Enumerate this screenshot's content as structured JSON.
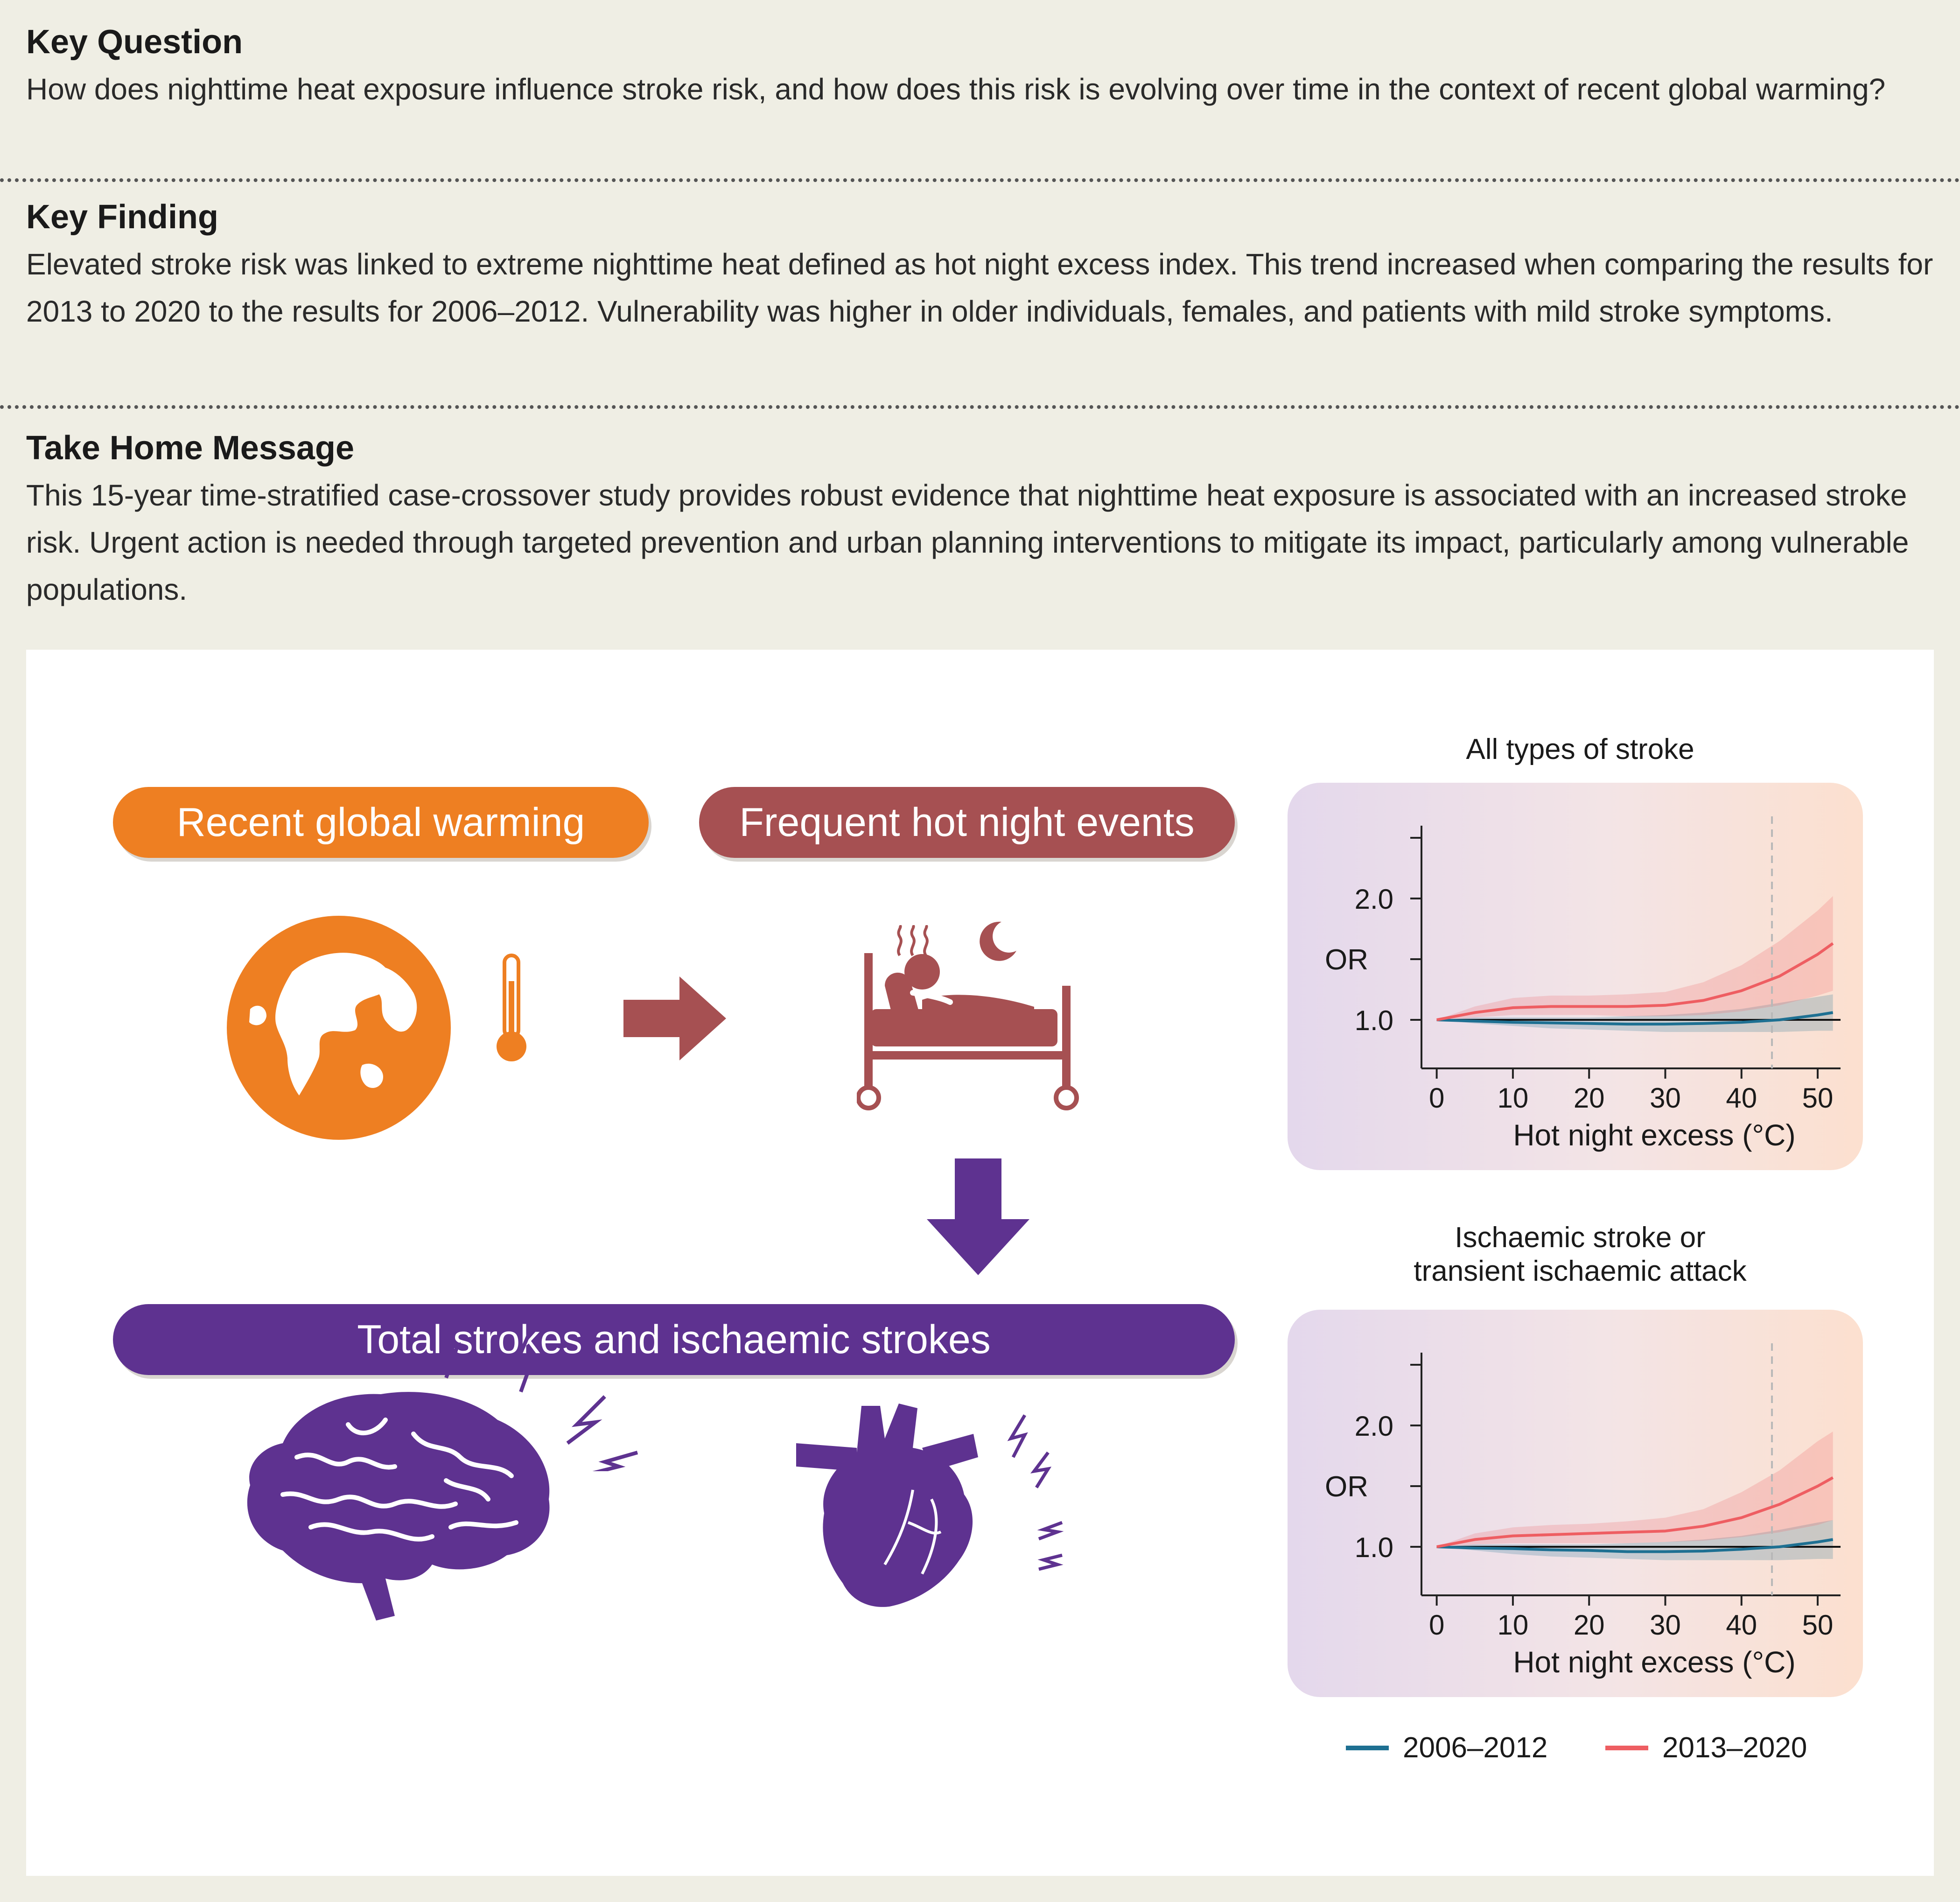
{
  "key_question": {
    "title": "Key Question",
    "text": "How does nighttime heat exposure influence stroke risk, and how does this risk is evolving over time in the context of recent global warming?"
  },
  "key_finding": {
    "title": "Key Finding",
    "text": "Elevated stroke risk was linked to extreme nighttime heat defined as hot night excess index. This trend increased when comparing the results for 2013 to 2020 to the results for 2006–2012. Vulnerability was higher in older individuals, females, and patients with mild stroke symptoms."
  },
  "take_home": {
    "title": "Take Home Message",
    "text": "This 15-year time-stratified case-crossover study provides robust evidence that nighttime heat exposure is associated with an increased stroke risk. Urgent action is needed through targeted prevention and urban planning interventions to mitigate its impact, particularly among vulnerable populations."
  },
  "flow": {
    "warming_label": "Recent global warming",
    "hot_nights_label": "Frequent hot night events",
    "strokes_label": "Total strokes and ischaemic strokes",
    "colors": {
      "orange": "#ee7f22",
      "rose": "#a65052",
      "purple": "#5e3290"
    },
    "icons": [
      "globe-icon",
      "thermometer-icon",
      "right-arrow-icon",
      "bed-patient-icon",
      "heat-waves-icon",
      "moon-icon",
      "down-arrow-icon",
      "brain-icon",
      "heart-icon",
      "lightning-icon"
    ]
  },
  "chart_data": [
    {
      "type": "line",
      "title": "All types of stroke",
      "xlabel": "Hot night excess (°C)",
      "ylabel": "OR",
      "xlim": [
        -2,
        53
      ],
      "ylim": [
        0.6,
        2.6
      ],
      "x_ticks": [
        "0",
        "10",
        "20",
        "30",
        "40",
        "50"
      ],
      "y_ticks": [
        "1.0",
        "2.0"
      ],
      "reference_line": 1.0,
      "dashed_vline": 44,
      "series": [
        {
          "name": "2006–2012",
          "color": "#1e7092",
          "x": [
            0,
            5,
            10,
            15,
            20,
            25,
            30,
            35,
            40,
            45,
            50,
            52
          ],
          "y": [
            1.0,
            0.99,
            0.98,
            0.975,
            0.97,
            0.965,
            0.965,
            0.97,
            0.98,
            1.0,
            1.04,
            1.06
          ],
          "lower": [
            1.0,
            0.97,
            0.95,
            0.93,
            0.92,
            0.91,
            0.9,
            0.9,
            0.9,
            0.9,
            0.91,
            0.91
          ],
          "upper": [
            1.0,
            1.02,
            1.02,
            1.02,
            1.02,
            1.03,
            1.04,
            1.06,
            1.09,
            1.14,
            1.19,
            1.21
          ]
        },
        {
          "name": "2013–2020",
          "color": "#ee5e62",
          "x": [
            0,
            5,
            10,
            15,
            20,
            25,
            30,
            35,
            40,
            45,
            50,
            52
          ],
          "y": [
            1.0,
            1.06,
            1.1,
            1.11,
            1.11,
            1.11,
            1.12,
            1.16,
            1.24,
            1.36,
            1.54,
            1.63
          ],
          "lower": [
            1.0,
            1.02,
            1.04,
            1.04,
            1.04,
            1.03,
            1.03,
            1.04,
            1.07,
            1.12,
            1.2,
            1.24
          ],
          "upper": [
            1.0,
            1.11,
            1.18,
            1.2,
            1.2,
            1.21,
            1.23,
            1.31,
            1.45,
            1.65,
            1.9,
            2.02
          ]
        }
      ]
    },
    {
      "type": "line",
      "title": "Ischaemic stroke or transient ischaemic attack",
      "title_lines": [
        "Ischaemic stroke or",
        "transient ischaemic attack"
      ],
      "xlabel": "Hot night excess (°C)",
      "ylabel": "OR",
      "xlim": [
        -2,
        53
      ],
      "ylim": [
        0.6,
        2.6
      ],
      "x_ticks": [
        "0",
        "10",
        "20",
        "30",
        "40",
        "50"
      ],
      "y_ticks": [
        "1.0",
        "2.0"
      ],
      "reference_line": 1.0,
      "dashed_vline": 44,
      "series": [
        {
          "name": "2006–2012",
          "color": "#1e7092",
          "x": [
            0,
            5,
            10,
            15,
            20,
            25,
            30,
            35,
            40,
            45,
            50,
            52
          ],
          "y": [
            1.0,
            0.99,
            0.985,
            0.975,
            0.97,
            0.96,
            0.96,
            0.965,
            0.98,
            1.0,
            1.04,
            1.06
          ],
          "lower": [
            1.0,
            0.97,
            0.94,
            0.92,
            0.91,
            0.9,
            0.89,
            0.89,
            0.89,
            0.89,
            0.9,
            0.9
          ],
          "upper": [
            1.0,
            1.02,
            1.02,
            1.02,
            1.02,
            1.03,
            1.04,
            1.06,
            1.09,
            1.14,
            1.2,
            1.22
          ]
        },
        {
          "name": "2013–2020",
          "color": "#ee5e62",
          "x": [
            0,
            5,
            10,
            15,
            20,
            25,
            30,
            35,
            40,
            45,
            50,
            52
          ],
          "y": [
            1.0,
            1.06,
            1.09,
            1.1,
            1.11,
            1.12,
            1.13,
            1.17,
            1.24,
            1.35,
            1.5,
            1.57
          ],
          "lower": [
            1.0,
            1.02,
            1.03,
            1.03,
            1.03,
            1.03,
            1.04,
            1.05,
            1.08,
            1.12,
            1.18,
            1.22
          ],
          "upper": [
            1.0,
            1.11,
            1.16,
            1.18,
            1.19,
            1.21,
            1.24,
            1.31,
            1.45,
            1.63,
            1.87,
            1.95
          ]
        }
      ]
    }
  ],
  "legend": [
    {
      "label": "2006–2012",
      "color": "#1e7092"
    },
    {
      "label": "2013–2020",
      "color": "#ee5e62"
    }
  ]
}
